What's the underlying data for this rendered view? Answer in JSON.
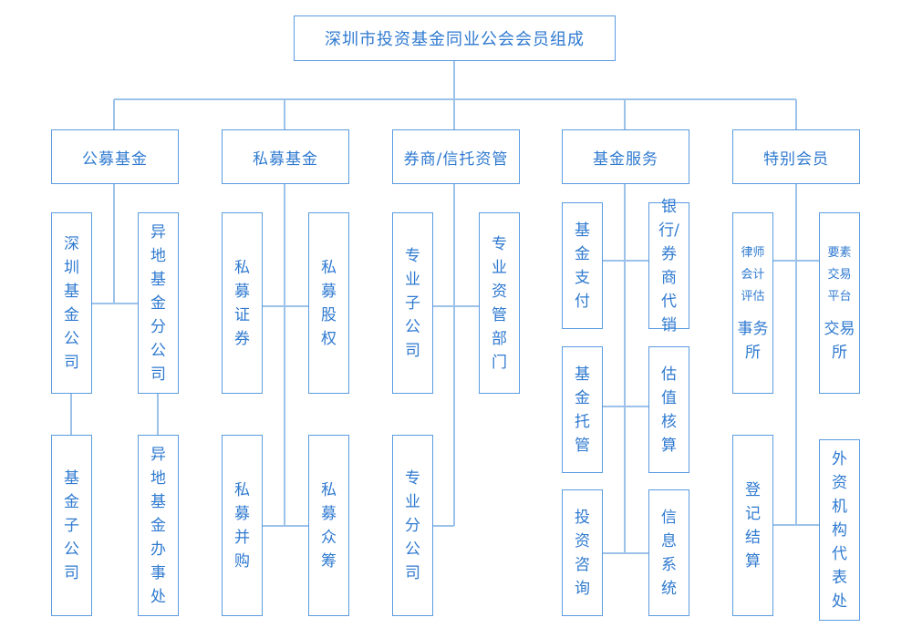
{
  "root": "深圳市投资基金同业公会会员组成",
  "categories": {
    "public": "公募基金",
    "private": "私募基金",
    "broker": "券商/信托资管",
    "service": "基金服务",
    "special": "特别会员"
  },
  "leaves": {
    "public_a": "深圳基金公司",
    "public_b": "异地基金分公司",
    "public_c": "基金子公司",
    "public_d": "异地基金办事处",
    "private_a": "私募证券",
    "private_b": "私募股权",
    "private_c": "私募并购",
    "private_d": "私募众筹",
    "broker_a": "专业子公司",
    "broker_b": "专业资管部门",
    "broker_c": "专业分公司",
    "service_a": "基金支付",
    "service_b": "银行/券商代销",
    "service_c": "基金托管",
    "service_d": "估值核算",
    "service_e": "投资咨询",
    "service_f": "信息系统",
    "special_a_top": "律师会计评估",
    "special_a_bottom": "事务所",
    "special_b_top": "要素交易平台",
    "special_b_bottom": "交易所",
    "special_c": "登记结算",
    "special_d": "外资机构代表处"
  }
}
